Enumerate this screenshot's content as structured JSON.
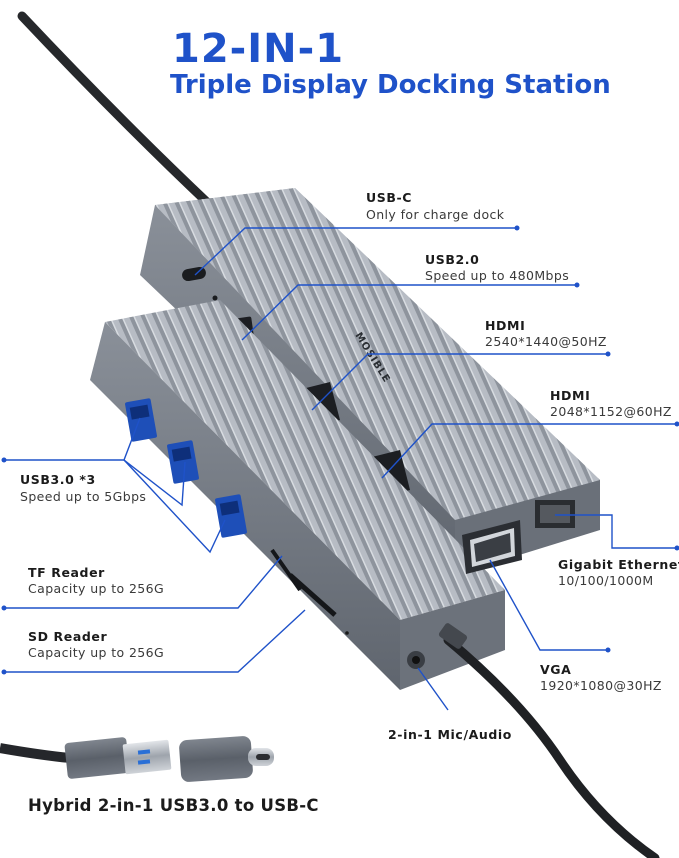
{
  "title": "12-IN-1",
  "subtitle": "Triple Display Docking Station",
  "brand_logo": "MOSIBLE",
  "accent_color": "#1f52c9",
  "callouts": {
    "usbc": {
      "label": "USB-C",
      "desc": "Only for charge dock"
    },
    "usb2": {
      "label": "USB2.0",
      "desc": "Speed up to 480Mbps"
    },
    "hdmi1": {
      "label": "HDMI",
      "desc": "2540*1440@50HZ"
    },
    "hdmi2": {
      "label": "HDMI",
      "desc": "2048*1152@60HZ"
    },
    "usb3": {
      "label": "USB3.0 *3",
      "desc": "Speed up to 5Gbps"
    },
    "tf": {
      "label": "TF Reader",
      "desc": "Capacity up to 256G"
    },
    "sd": {
      "label": "SD Reader",
      "desc": "Capacity up to 256G"
    },
    "ethernet": {
      "label": "Gigabit Ethernet",
      "desc": "10/100/1000M"
    },
    "vga": {
      "label": "VGA",
      "desc": "1920*1080@30HZ"
    },
    "audio": {
      "label": "2-in-1 Mic/Audio"
    }
  },
  "adapter_caption": "Hybrid 2-in-1 USB3.0 to USB-C"
}
